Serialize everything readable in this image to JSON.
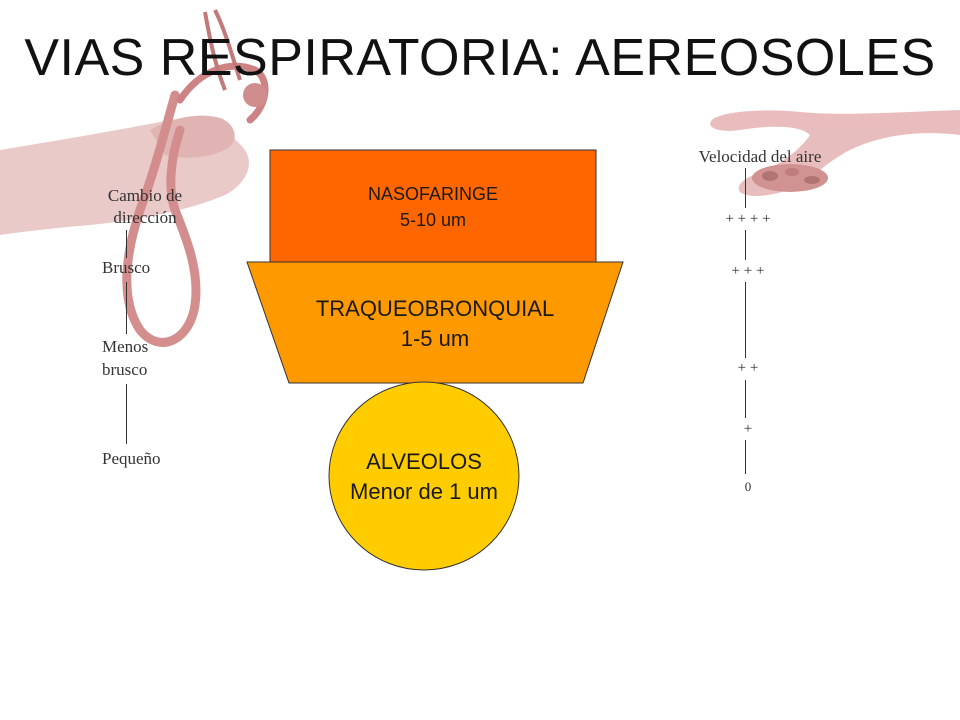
{
  "slide": {
    "title": "VIAS RESPIRATORIA: AEREOSOLES"
  },
  "left_scale": {
    "heading_line1": "Cambio de",
    "heading_line2": "dirección",
    "levels": [
      "Brusco",
      "Menos",
      "brusco",
      "Pequeño"
    ]
  },
  "right_scale": {
    "heading": "Velocidad del aire",
    "levels": [
      "+ + + +",
      "+ + +",
      "+ +",
      "+",
      "0"
    ]
  },
  "regions": {
    "nasofaringe": {
      "name": "NASOFARINGE",
      "size": "5-10 um",
      "color": "#ff6600"
    },
    "traqueobronquial": {
      "name": "TRAQUEOBRONQUIAL",
      "size": "1-5 um",
      "color": "#ff9900"
    },
    "alveolos": {
      "name": "ALVEOLOS",
      "size": "Menor de 1 um",
      "color": "#ffcc00"
    }
  },
  "decor": {
    "left_image": "hand-with-stethoscope-icon",
    "right_image": "hand-holding-pills-icon",
    "tint": "#d89090"
  }
}
